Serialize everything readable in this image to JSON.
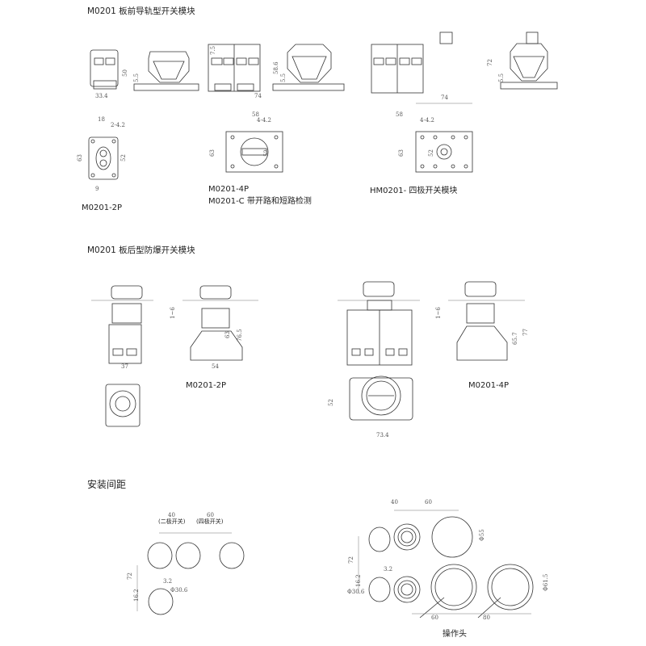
{
  "sections": {
    "front_rail": {
      "title": "M0201 板前导轨型开关模块",
      "dims": {
        "w_2p": "33.4",
        "h_2p": "50",
        "rail_2p": "5.5",
        "top_4p": "7.5",
        "w_4p": "74",
        "h_4p": "58.6",
        "rail_4p": "5.5",
        "h_hm": "72",
        "w_hm": "74",
        "rail_hm": "5.5"
      },
      "bottom_dims_2p": {
        "a": "18",
        "holes": "2-4.2",
        "h": "63",
        "hole_h": "52",
        "b": "9"
      },
      "bottom_dims_4p": {
        "a": "58",
        "holes": "4-4.2",
        "h": "63",
        "hole_h": "52"
      },
      "bottom_dims_hm": {
        "a": "58",
        "holes": "4-4.2",
        "h": "63",
        "hole_h": "52"
      },
      "label_2p": "M0201-2P",
      "label_4p": "M0201-4P",
      "label_c": "M0201-C 带开路和短路检测",
      "label_hm": "HM0201- 四极开关模块"
    },
    "rear_explosion": {
      "title": "M0201 板后型防爆开关模块",
      "dims_2p": {
        "panel": "1~6",
        "w": "37",
        "w_side": "54",
        "h": "63",
        "h_total": "76.5"
      },
      "dims_4p": {
        "panel": "1~6",
        "h": "65.7",
        "h_total": "77",
        "top_h": "52",
        "top_w": "73.4"
      },
      "label_2p": "M0201-2P",
      "label_4p": "M0201-4P"
    },
    "spacing": {
      "title": "安装间距",
      "left": {
        "d2": "40",
        "d2_note": "(二极开关)",
        "d4": "60",
        "d4_note": "(四极开关)",
        "v": "72",
        "key": "3.2",
        "dia": "Φ30.6",
        "off": "16.2"
      },
      "right": {
        "d1": "40",
        "d2": "60",
        "phi55": "Φ55",
        "v": "72",
        "key": "3.2",
        "off": "16.2",
        "dia": "Φ30.6",
        "phi615": "Φ61.5",
        "b1": "60",
        "b2": "80",
        "caption": "操作头"
      }
    }
  }
}
